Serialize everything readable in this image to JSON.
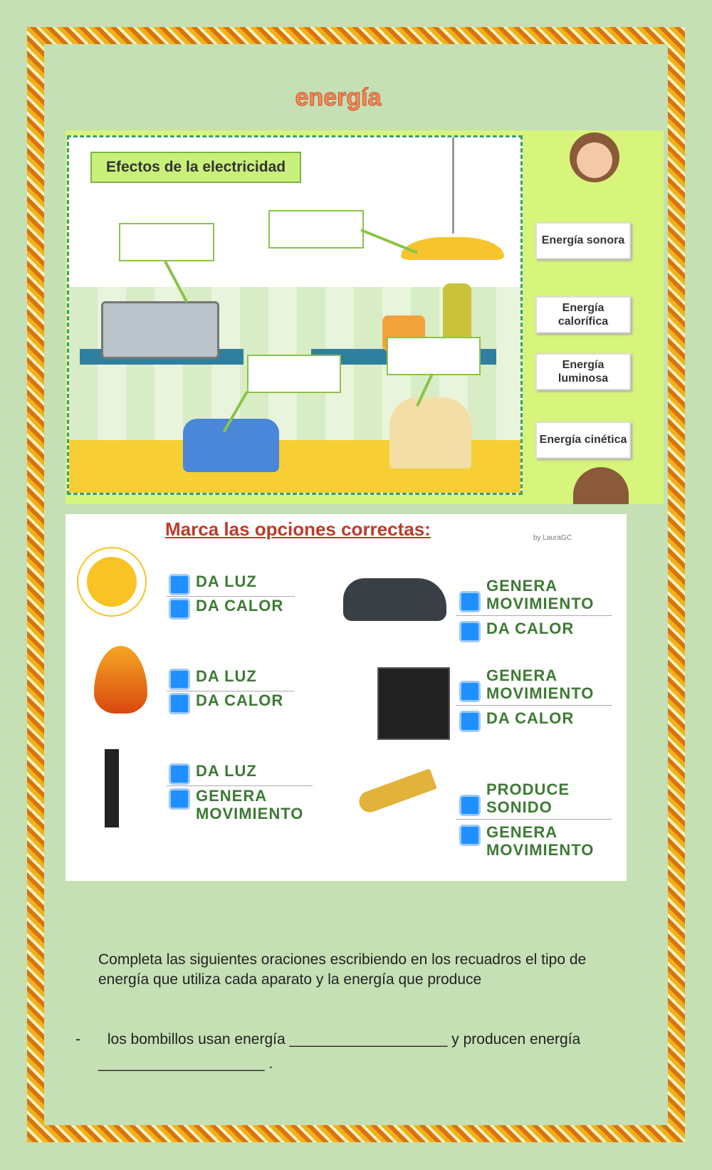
{
  "title": "energía",
  "scene": {
    "title": "Efectos de la electricidad"
  },
  "energy_labels": [
    "Energía sonora",
    "Energía calorífica",
    "Energía luminosa",
    "Energía cinética"
  ],
  "quiz": {
    "title": "Marca las opciones correctas:",
    "credit": "by LauraGC",
    "items": [
      {
        "image": "sun-icon",
        "options": [
          "DA LUZ",
          "DA CALOR"
        ]
      },
      {
        "image": "car-icon",
        "options": [
          "GENERA MOVIMIENTO",
          "DA CALOR"
        ]
      },
      {
        "image": "fire-icon",
        "options": [
          "DA LUZ",
          "DA CALOR"
        ]
      },
      {
        "image": "oven-icon",
        "options": [
          "GENERA MOVIMIENTO",
          "DA CALOR"
        ]
      },
      {
        "image": "desk-lamp-icon",
        "options": [
          "DA LUZ",
          "GENERA MOVIMIENTO"
        ]
      },
      {
        "image": "trumpet-icon",
        "options": [
          "PRODUCE SONIDO",
          "GENERA MOVIMIENTO"
        ]
      }
    ]
  },
  "instructions": "Completa las siguientes oraciones escribiendo en los recuadros el tipo de energía que utiliza cada aparato y la energía que produce",
  "sentence": {
    "bullet": "-",
    "part1": "los bombillos usan energía",
    "blank1": "___________________",
    "part2": "y producen energía",
    "blank2": "____________________",
    "end": "."
  }
}
